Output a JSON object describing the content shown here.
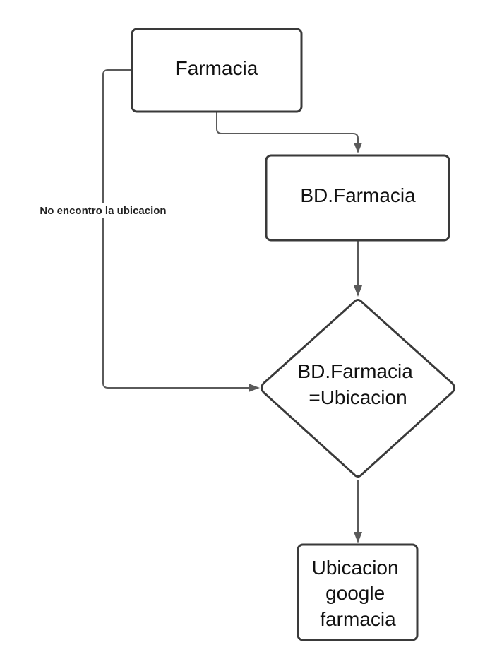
{
  "nodes": {
    "farmacia": {
      "label": "Farmacia"
    },
    "bd_farmacia": {
      "label": "BD.Farmacia"
    },
    "decision": {
      "lines": [
        "BD.Farmacia",
        "=Ubicacion"
      ]
    },
    "ubicacion_google": {
      "lines": [
        "Ubicacion",
        "google",
        "farmacia"
      ]
    }
  },
  "edges": {
    "not_found": {
      "label": "No encontro la ubicacion"
    }
  },
  "colors": {
    "shape_stroke": "#3a3a3a",
    "connector": "#5a5a5a",
    "text": "#111111",
    "background": "#ffffff"
  }
}
